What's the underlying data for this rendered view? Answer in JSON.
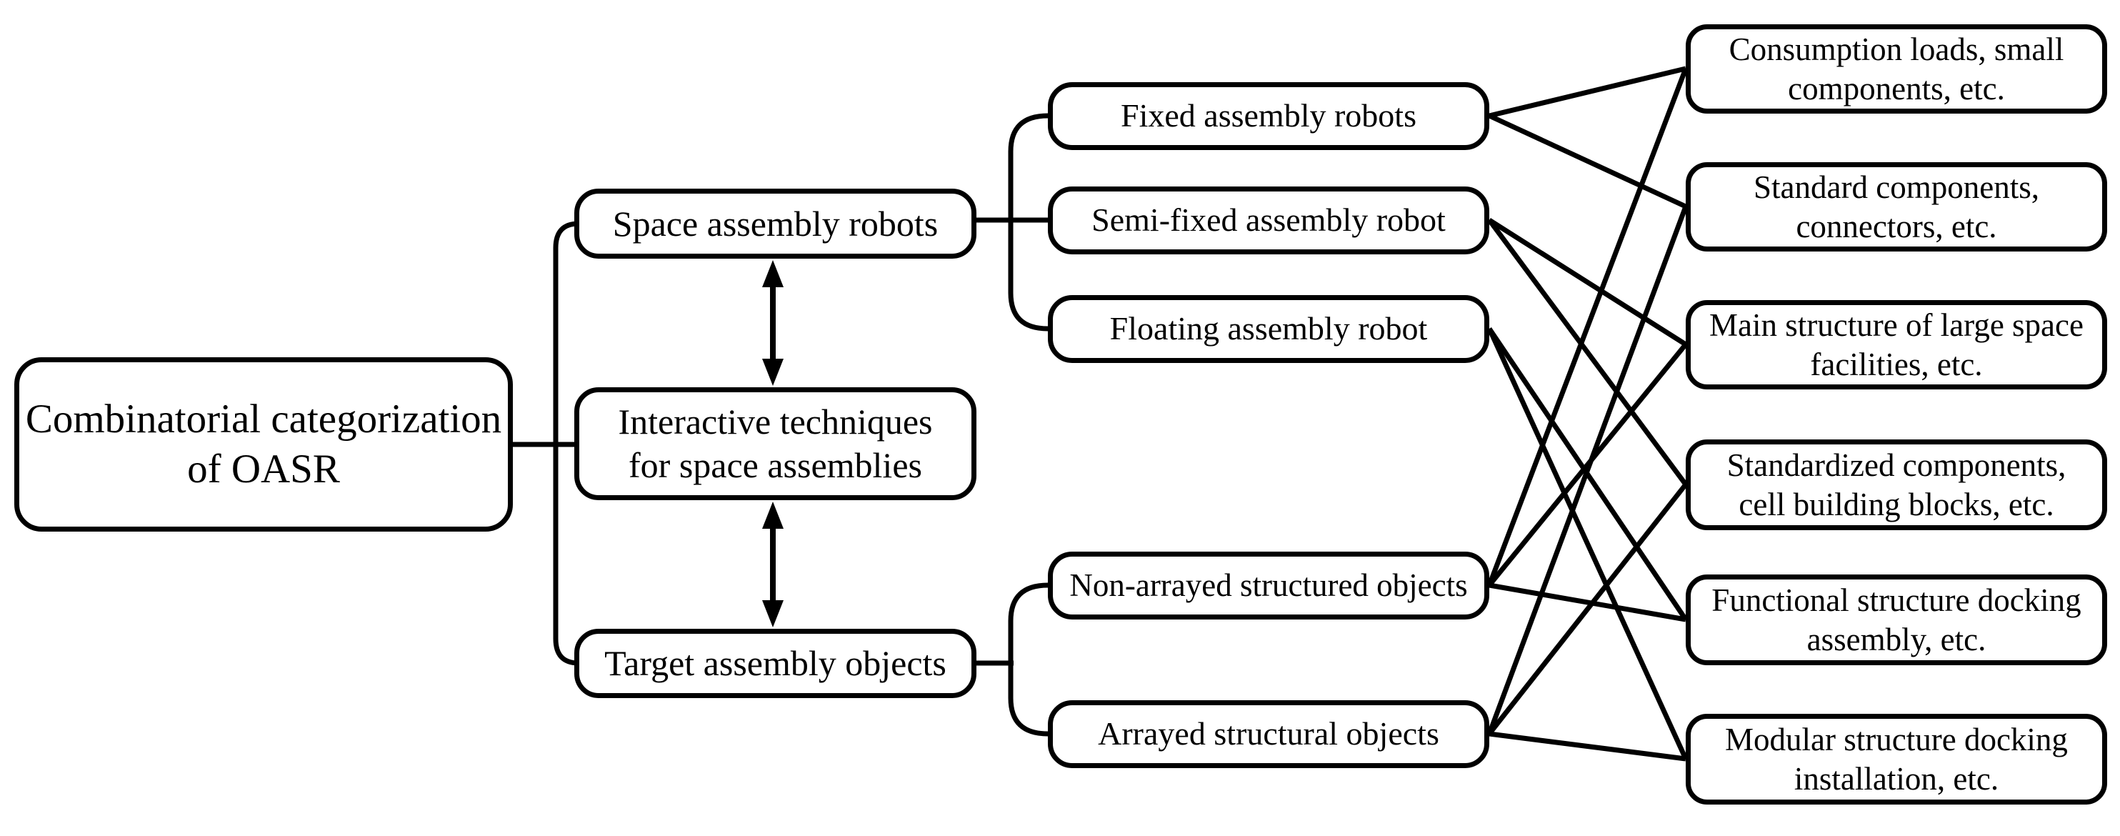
{
  "figure": {
    "background_color": "#ffffff",
    "line_color": "#000000",
    "title": "Combinatorial categorization of OASR"
  },
  "nodes": {
    "root": {
      "label": "Combinatorial categorization of OASR"
    },
    "space_robots": {
      "label": "Space assembly robots"
    },
    "interactive": {
      "label": "Interactive techniques for space assemblies"
    },
    "target_objects": {
      "label": "Target assembly objects"
    },
    "fixed_robot": {
      "label": "Fixed assembly robots"
    },
    "semi_fixed": {
      "label": "Semi-fixed assembly robot"
    },
    "floating_robot": {
      "label": "Floating assembly robot"
    },
    "non_arrayed": {
      "label": "Non-arrayed structured objects"
    },
    "arrayed": {
      "label": "Arrayed structural objects"
    },
    "consumption": {
      "label": "Consumption loads, small components, etc."
    },
    "standard": {
      "label": "Standard components, connectors, etc."
    },
    "main_structure": {
      "label": "Main structure of large space facilities, etc."
    },
    "standardized": {
      "label": "Standardized components, cell building blocks, etc."
    },
    "functional": {
      "label": "Functional structure docking assembly, etc."
    },
    "modular": {
      "label": "Modular structure docking installation, etc."
    }
  },
  "tree_links": [
    [
      "root",
      "space_robots"
    ],
    [
      "root",
      "interactive"
    ],
    [
      "root",
      "target_objects"
    ],
    [
      "space_robots",
      "fixed_robot"
    ],
    [
      "space_robots",
      "semi_fixed"
    ],
    [
      "space_robots",
      "floating_robot"
    ],
    [
      "target_objects",
      "non_arrayed"
    ],
    [
      "target_objects",
      "arrayed"
    ]
  ],
  "mutual_links": [
    [
      "space_robots",
      "interactive"
    ],
    [
      "interactive",
      "target_objects"
    ]
  ],
  "edges": [
    [
      "fixed_robot",
      "consumption"
    ],
    [
      "fixed_robot",
      "standard"
    ],
    [
      "semi_fixed",
      "main_structure"
    ],
    [
      "semi_fixed",
      "standardized"
    ],
    [
      "floating_robot",
      "functional"
    ],
    [
      "floating_robot",
      "modular"
    ],
    [
      "non_arrayed",
      "consumption"
    ],
    [
      "non_arrayed",
      "main_structure"
    ],
    [
      "non_arrayed",
      "functional"
    ],
    [
      "arrayed",
      "standard"
    ],
    [
      "arrayed",
      "standardized"
    ],
    [
      "arrayed",
      "modular"
    ]
  ]
}
